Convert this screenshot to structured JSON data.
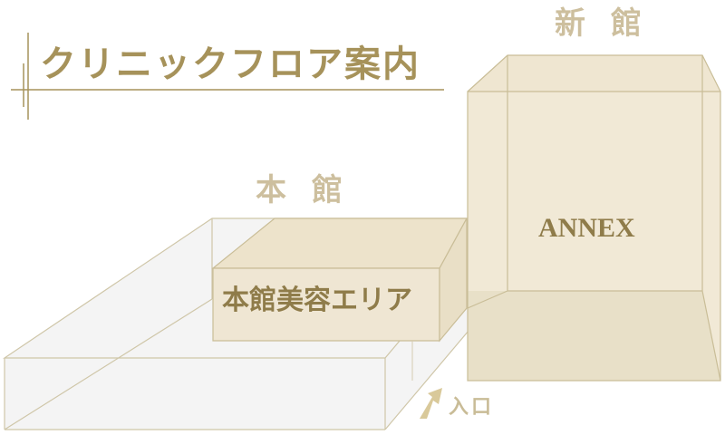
{
  "header": {
    "title": "クリニックフロア案内"
  },
  "buildings": {
    "main": {
      "label": "本 館",
      "area_label": "本館美容エリア"
    },
    "new": {
      "label": "新 館",
      "area_label": "ANNEX"
    }
  },
  "entrance": {
    "label": "入口"
  },
  "colors": {
    "accent_gold": "#a6925a",
    "outline": "#c9bd97",
    "box_fill": "#efe6d3",
    "floor_fill": "#f3f3f3",
    "label_muted": "#cdbf9e"
  }
}
